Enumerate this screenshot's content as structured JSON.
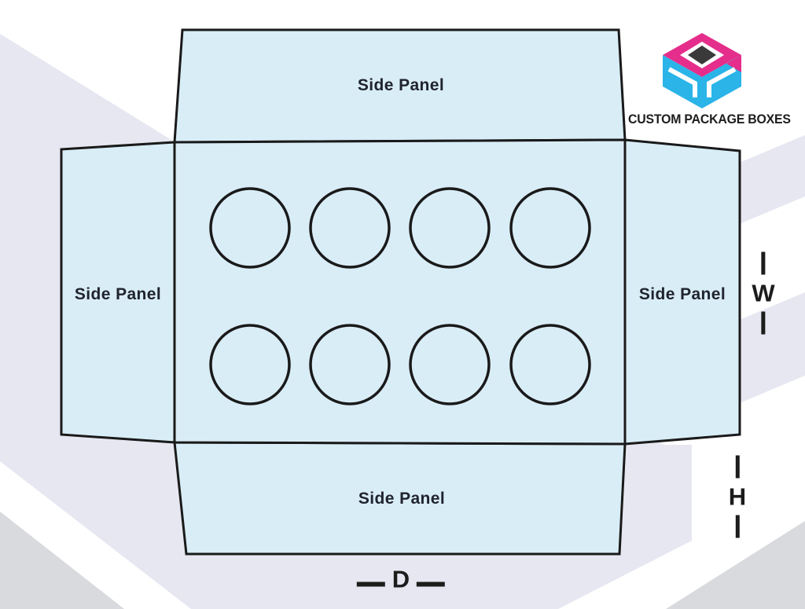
{
  "brand": {
    "name": "CUSTOM PACKAGE BOXES"
  },
  "panels": {
    "top": {
      "label": "Side Panel"
    },
    "left": {
      "label": "Side Panel"
    },
    "right": {
      "label": "Side Panel"
    },
    "bottom": {
      "label": "Side Panel"
    }
  },
  "center_panel": {
    "cavity_count": 8,
    "cavity_rows": 2,
    "cavity_columns": 4
  },
  "dimensions": {
    "width": "W",
    "height": "H",
    "depth": "D"
  },
  "colors": {
    "panel_fill": "#d9edf7",
    "outline": "#1a1a1a",
    "label_text": "#20242e",
    "background_band": "#e6e7f1",
    "background_corner": "#d9dade",
    "brand_pink": "#e52e8c",
    "brand_cyan": "#2ab4e8",
    "brand_dark": "#3a3a3a"
  }
}
